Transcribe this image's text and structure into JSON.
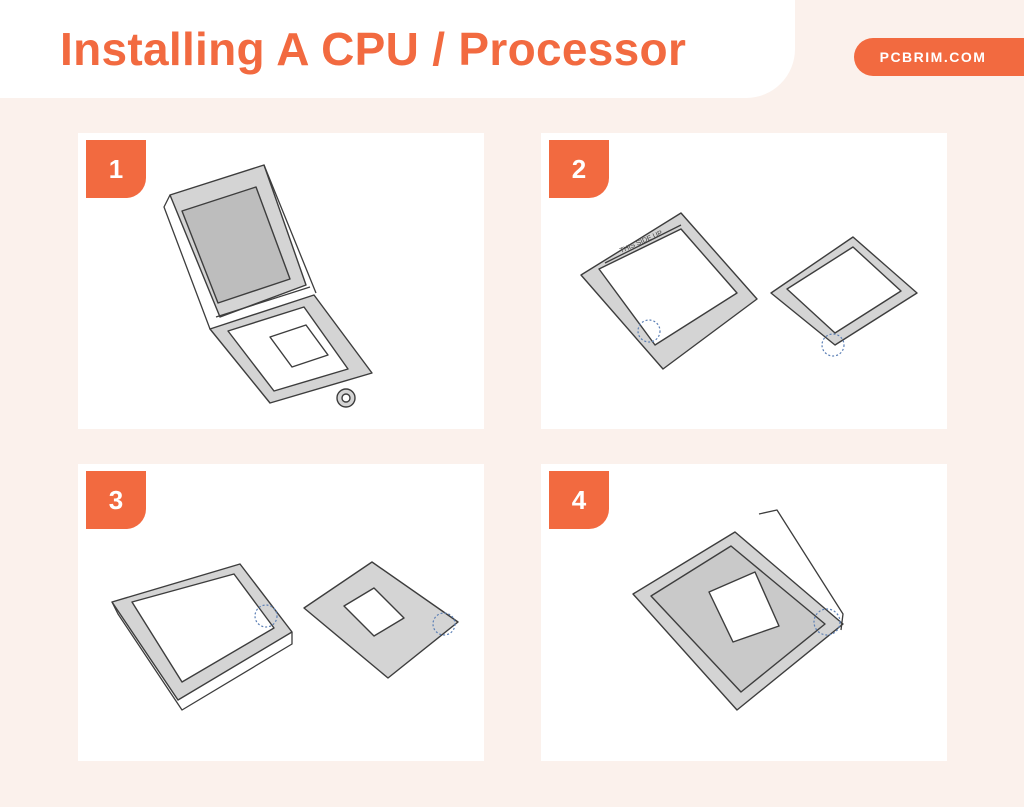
{
  "header": {
    "title": "Installing A CPU / Processor",
    "site": "PCBRIM.COM"
  },
  "steps": [
    {
      "number": "1"
    },
    {
      "number": "2",
      "cover_text": "THIS SIDE UP"
    },
    {
      "number": "3"
    },
    {
      "number": "4"
    }
  ],
  "colors": {
    "accent": "#f26a40",
    "background": "#fbf1ec",
    "panel": "#ffffff",
    "alignment_marker": "#5b7fb5"
  }
}
